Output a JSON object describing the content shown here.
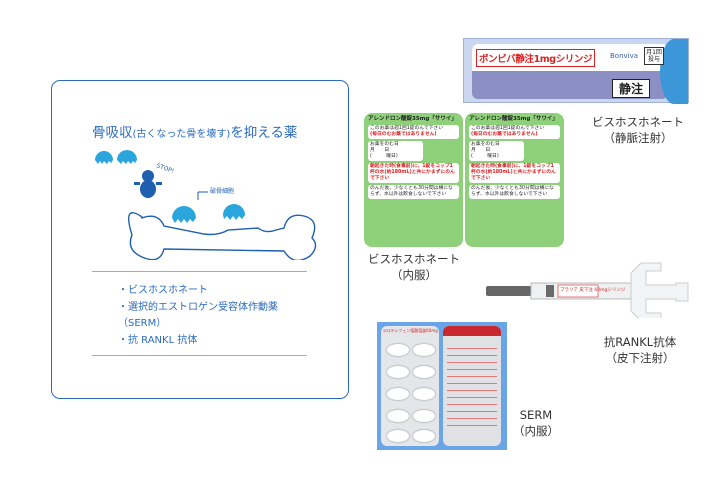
{
  "card": {
    "title_main_1": "骨吸収",
    "title_paren": "(古くなった骨を壊す)",
    "title_main_2": "を抑える薬",
    "stop_label": "STOP!",
    "osteoclast_label": "破骨細胞",
    "items": [
      "・ビスホスホネート",
      "・選択的エストロゲン受容体作動薬",
      "（SERM）",
      "・抗 RANKL 抗体"
    ]
  },
  "products": {
    "bonviva": {
      "name": "ボンビバ静注1mgシリンジ",
      "brand": "Bonviva",
      "freq": "月1回投与",
      "route_badge": "静注",
      "label_1": "ビスホスホネート",
      "label_2": "（静脈注射）"
    },
    "alendronate": {
      "name": "アレンドロン酸錠35mg「サワイ」",
      "line1": "このお薬は週1回1錠のんで下さい",
      "line2": "(毎日のむお薬ではありません)",
      "day": "お薬をのむ日",
      "date": "月　　日",
      "weekday": "(　　　曜日)",
      "instr1": "朝起きた時(食事前)に、1錠をコップ1杯の水(約180mL)と共にかまずにのんで下さい",
      "instr2": "のんだ後、少なくとも30分間は横にならず、水以外は飲食しないで下さい",
      "label_1": "ビスホスホネート",
      "label_2": "（内服）"
    },
    "prolia": {
      "name": "プラリア 皮下注 60mgシリンジ",
      "label_1": "抗RANKL抗体",
      "label_2": "（皮下注射）"
    },
    "serm": {
      "name": "ラロキシフェン塩酸塩錠60mg",
      "label_1": "SERM",
      "label_2": "（内服）"
    }
  }
}
